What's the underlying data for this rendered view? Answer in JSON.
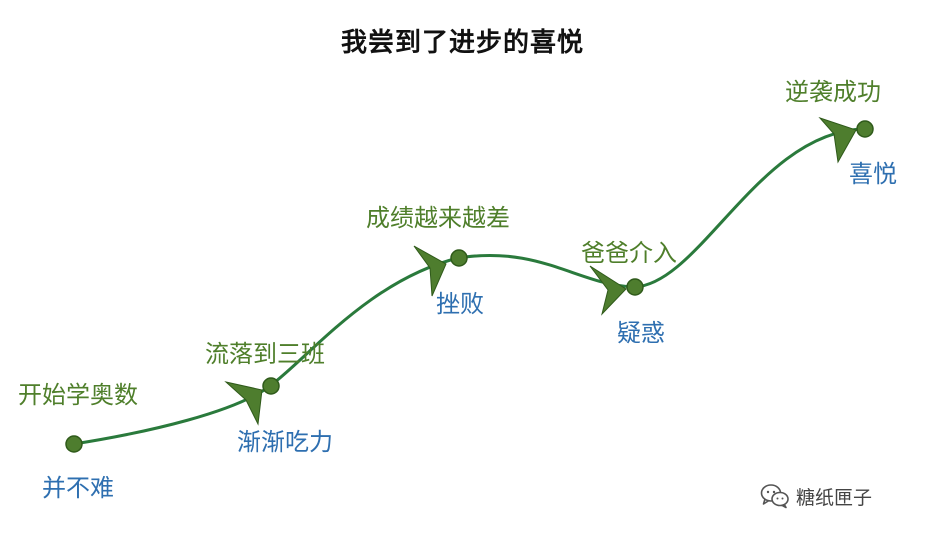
{
  "title": "我尝到了进步的喜悦",
  "colors": {
    "path": "#2a7a3c",
    "marker": "#4e7d2e",
    "marker_stroke": "#2f5a1a",
    "label_top": "#4f7f2b",
    "label_bottom": "#2e6fb0"
  },
  "stages": [
    {
      "top": "开始学奥数",
      "bottom": "并不难"
    },
    {
      "top": "流落到三班",
      "bottom": "渐渐吃力"
    },
    {
      "top": "成绩越来越差",
      "bottom": "挫败"
    },
    {
      "top": "爸爸介入",
      "bottom": "疑惑"
    },
    {
      "top": "逆袭成功",
      "bottom": "喜悦"
    }
  ],
  "watermark": {
    "icon": "wechat-icon",
    "text": "糖纸匣子"
  }
}
